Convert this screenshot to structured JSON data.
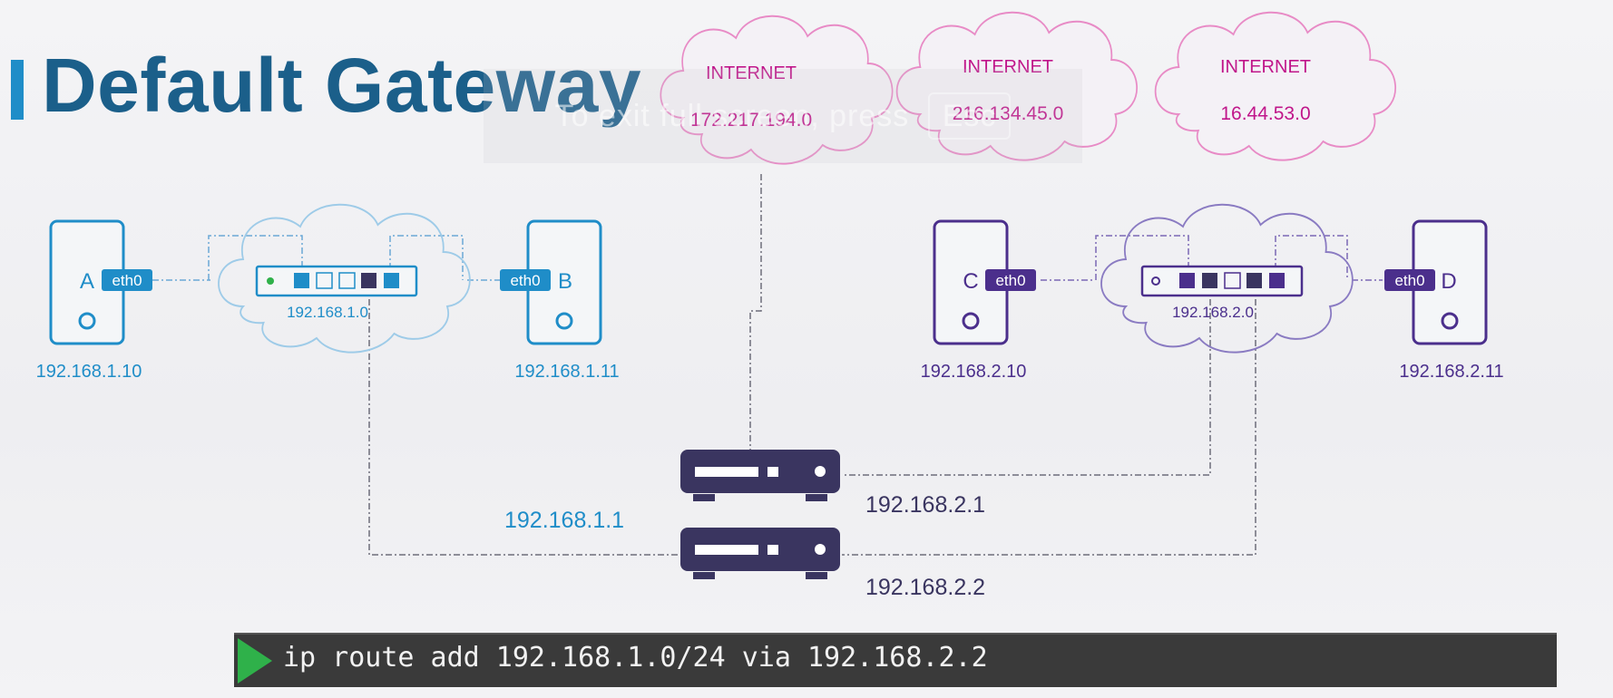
{
  "title": "Default Gateway",
  "overlay_hint": {
    "text": "To exit full screen, press",
    "key": "Esc"
  },
  "clouds": [
    {
      "label": "INTERNET",
      "ip": "172.217.194.0"
    },
    {
      "label": "INTERNET",
      "ip": "216.134.45.0"
    },
    {
      "label": "INTERNET",
      "ip": "16.44.53.0"
    }
  ],
  "hosts": {
    "A": {
      "letter": "A",
      "iface": "eth0",
      "ip": "192.168.1.10"
    },
    "B": {
      "letter": "B",
      "iface": "eth0",
      "ip": "192.168.1.11"
    },
    "C": {
      "letter": "C",
      "iface": "eth0",
      "ip": "192.168.2.10"
    },
    "D": {
      "letter": "D",
      "iface": "eth0",
      "ip": "192.168.2.11"
    }
  },
  "networks": {
    "left": {
      "subnet": "192.168.1.0"
    },
    "right": {
      "subnet": "192.168.2.0"
    }
  },
  "routers": {
    "r1_ip": "192.168.2.1",
    "r2_left_ip": "192.168.1.1",
    "r2_right_ip": "192.168.2.2"
  },
  "colors": {
    "blue": "#1f8dc8",
    "purple": "#4b2f8c",
    "pink": "#e04aa8",
    "pinkText": "#c0168a",
    "router": "#3a3560",
    "lightBlue": "#9ecbe8",
    "lightPurple": "#7a68b5"
  },
  "command": {
    "text": "ip route add 192.168.1.0/24 via 192.168.2.2"
  }
}
